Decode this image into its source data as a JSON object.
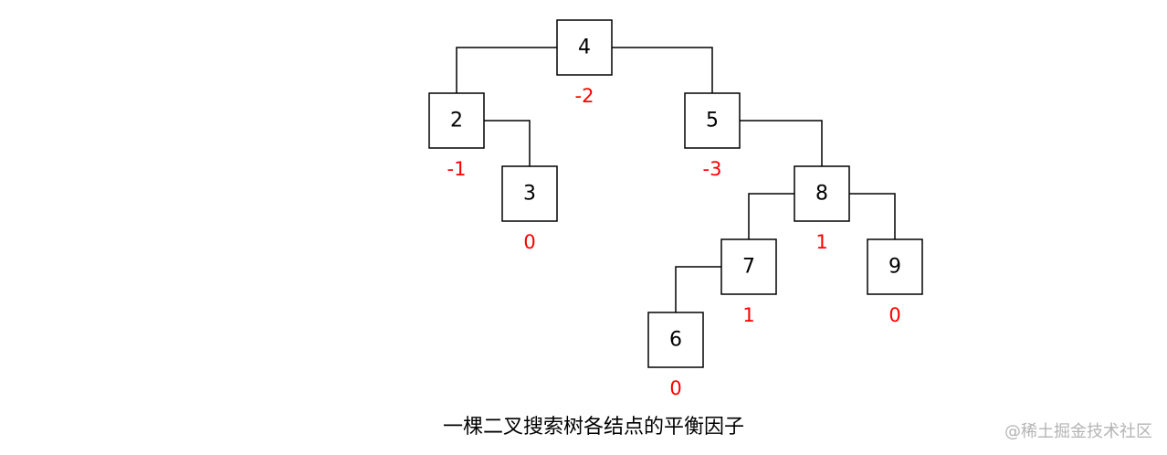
{
  "tree": {
    "nodes": [
      {
        "id": "n4",
        "label": "4",
        "balance_factor": "-2"
      },
      {
        "id": "n2",
        "label": "2",
        "balance_factor": "-1"
      },
      {
        "id": "n5",
        "label": "5",
        "balance_factor": "-3"
      },
      {
        "id": "n3",
        "label": "3",
        "balance_factor": "0"
      },
      {
        "id": "n8",
        "label": "8",
        "balance_factor": "1"
      },
      {
        "id": "n7",
        "label": "7",
        "balance_factor": "1"
      },
      {
        "id": "n9",
        "label": "9",
        "balance_factor": "0"
      },
      {
        "id": "n6",
        "label": "6",
        "balance_factor": "0"
      }
    ],
    "edges": [
      {
        "from": "4",
        "to": "2",
        "side": "left"
      },
      {
        "from": "4",
        "to": "5",
        "side": "right"
      },
      {
        "from": "2",
        "to": "3",
        "side": "right"
      },
      {
        "from": "5",
        "to": "8",
        "side": "right"
      },
      {
        "from": "8",
        "to": "7",
        "side": "left"
      },
      {
        "from": "8",
        "to": "9",
        "side": "right"
      },
      {
        "from": "7",
        "to": "6",
        "side": "left"
      }
    ]
  },
  "colors": {
    "node_border": "#000000",
    "node_text": "#000000",
    "balance_factor_text": "#ff0000",
    "watermark": "#b4b4b4"
  },
  "caption": "一棵二叉搜索树各结点的平衡因子",
  "watermark": "@稀土掘金技术社区"
}
